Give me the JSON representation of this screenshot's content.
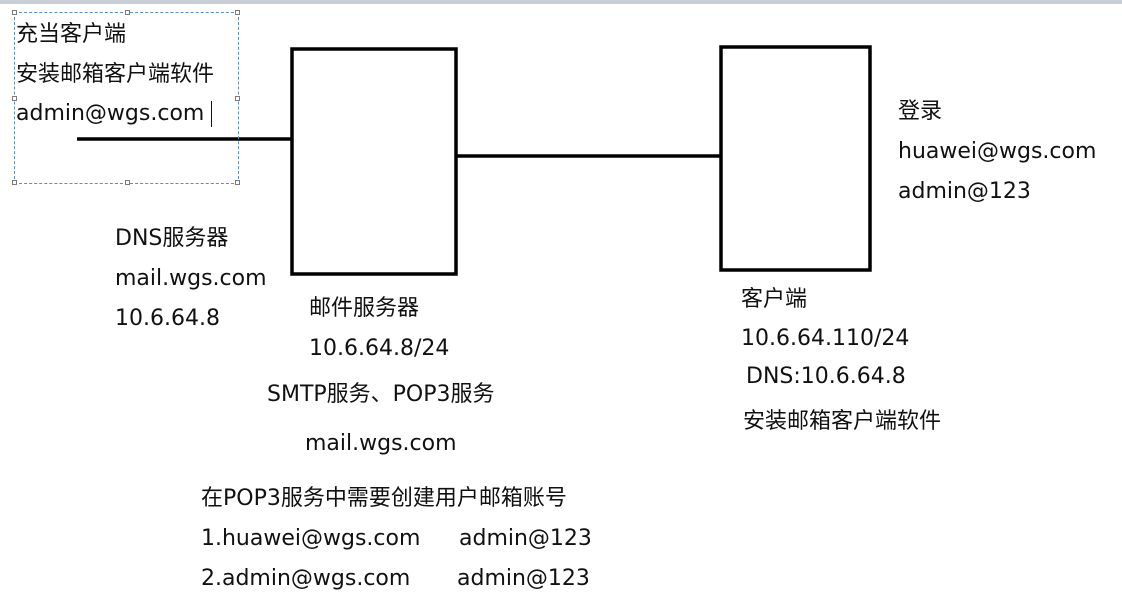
{
  "client_note": {
    "line1": "充当客户端",
    "line2": "安装邮箱客户端软件",
    "line3": "admin@wgs.com"
  },
  "dns_server": {
    "title": "DNS服务器",
    "domain": "mail.wgs.com",
    "ip": "10.6.64.8"
  },
  "mail_server": {
    "title": "邮件服务器",
    "ip": "10.6.64.8/24",
    "services": "SMTP服务、POP3服务",
    "domain": "mail.wgs.com"
  },
  "mailbox_accounts": {
    "heading": "在POP3服务中需要创建用户邮箱账号",
    "accounts": [
      {
        "address": "1.huawei@wgs.com",
        "password": "admin@123"
      },
      {
        "address": "2.admin@wgs.com",
        "password": "admin@123"
      }
    ]
  },
  "login": {
    "title": "登录",
    "user": "huawei@wgs.com",
    "password": "admin@123"
  },
  "client": {
    "title": "客户端",
    "ip": "10.6.64.110/24",
    "dns": "DNS:10.6.64.8",
    "software": "安装邮箱客户端软件"
  },
  "colors": {
    "stroke": "#000000",
    "text": "#111111",
    "selection": "#5b8fbf"
  }
}
